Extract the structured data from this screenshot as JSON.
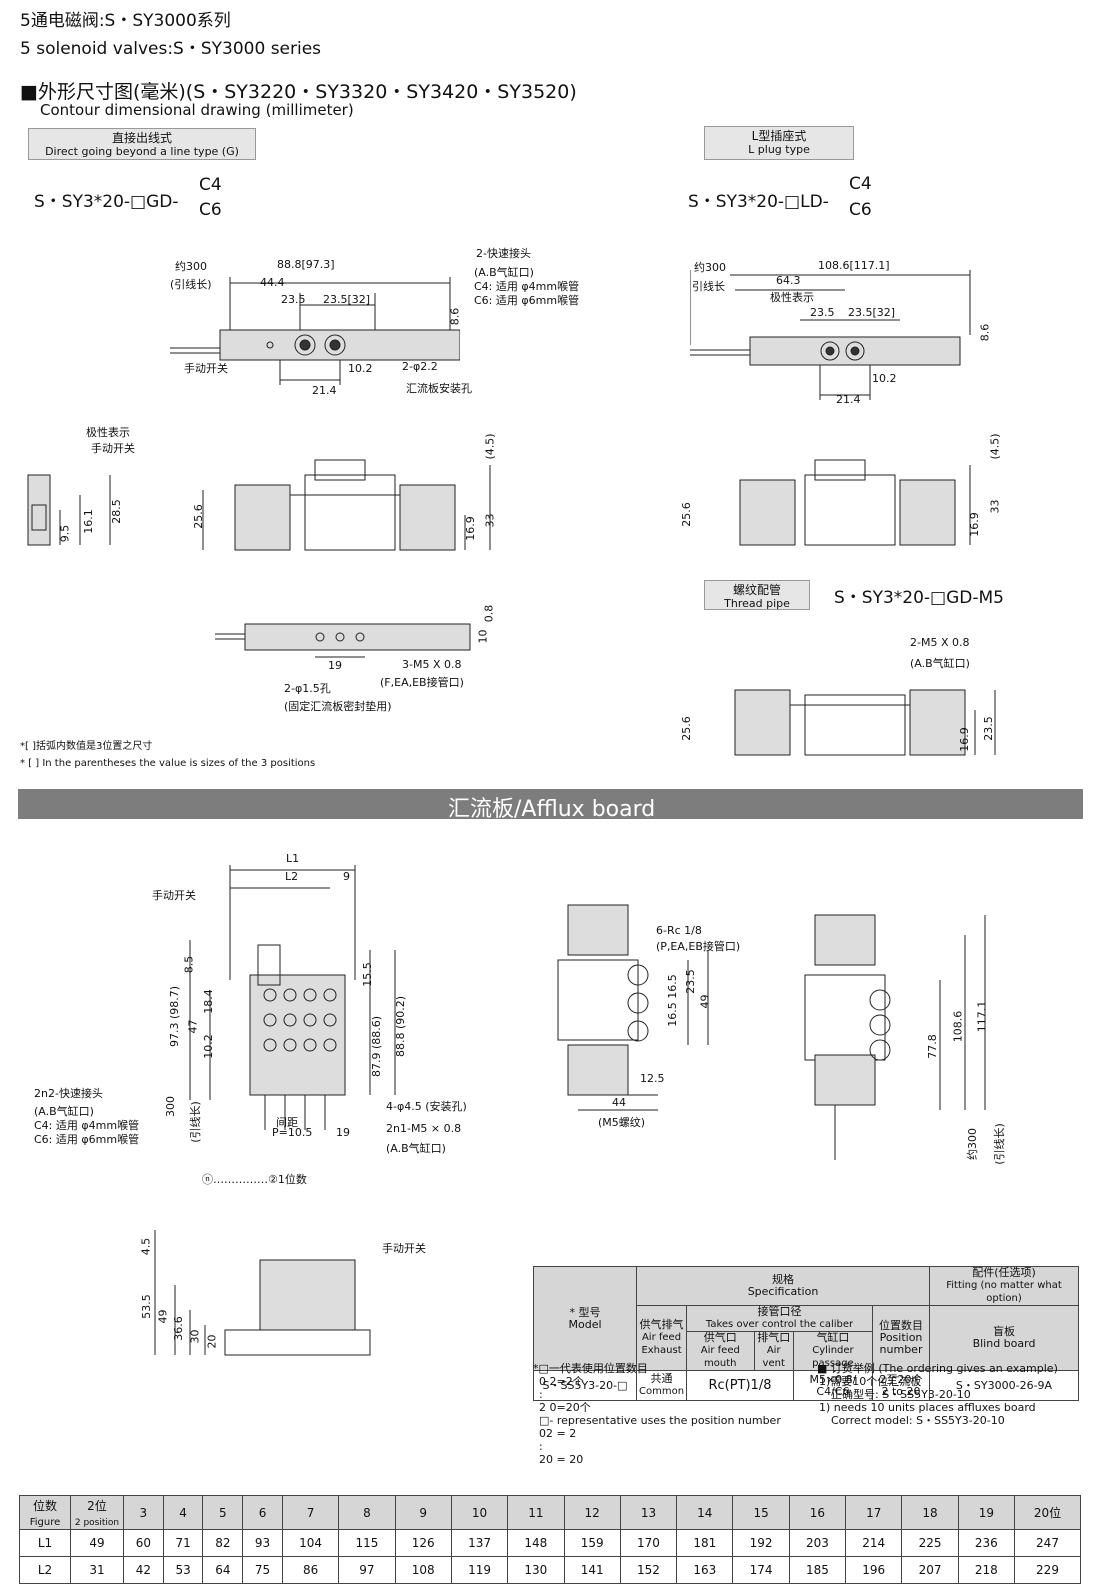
{
  "header": {
    "title_cn": "5通电磁阀:S・SY3000系列",
    "title_en": "5 solenoid valves:S・SY3000 series",
    "section_cn": "■外形尺寸图(毫米)(S・SY3220・SY3320・SY3420・SY3520)",
    "section_en": "Contour dimensional drawing (millimeter)"
  },
  "direct": {
    "label_cn": "直接出线式",
    "label_en": "Direct going beyond a line type (G)",
    "model_prefix": "S・SY3*20-□GD-",
    "model_c4": "C4",
    "model_c6": "C6",
    "dims": {
      "d1": "约300",
      "d2": "(引线长)",
      "d3": "88.8[97.3]",
      "d4": "44.4",
      "d5": "23.5",
      "d6": "23.5[32]",
      "d7": "8.6",
      "d8": "10.2",
      "d9": "21.4",
      "d10": "2-φ2.2",
      "d11": "手动开关",
      "d12": "汇流板安装孔"
    },
    "connector": {
      "c1": "2-快速接头",
      "c2": "(A.B气缸口)",
      "c3": "C4: 适用 φ4mm喉管",
      "c4": "C6: 适用 φ6mm喉管"
    },
    "side": {
      "s1": "极性表示",
      "s2": "手动开关",
      "s3": "9.5",
      "s4": "16.1",
      "s5": "28.5",
      "s6": "25.6",
      "s7": "16.9",
      "s8": "33",
      "s9": "(4.5)"
    },
    "bottom": {
      "b1": "0.8",
      "b2": "10",
      "b3": "19",
      "b4": "3-M5 X 0.8",
      "b5": "(F,EA,EB接管口)",
      "b6": "2-φ1.5孔",
      "b7": "(固定汇流板密封垫用)"
    },
    "note_cn": "*[ ]括弧内数值是3位置之尺寸",
    "note_en": "* [ ] In the parentheses the value is sizes of the 3 positions"
  },
  "lplug": {
    "label_cn": "L型插座式",
    "label_en": "L plug type",
    "model_prefix": "S・SY3*20-□LD-",
    "model_c4": "C4",
    "model_c6": "C6",
    "dims": {
      "d1": "约300",
      "d2": "引线长",
      "d3": "108.6[117.1]",
      "d4": "64.3",
      "d5": "极性表示",
      "d6": "23.5",
      "d7": "23.5[32]",
      "d8": "8.6",
      "d9": "10.2",
      "d10": "21.4"
    },
    "side": {
      "s1": "(4.5)",
      "s2": "25.6",
      "s3": "16.9",
      "s4": "33"
    }
  },
  "thread": {
    "label_cn": "螺纹配管",
    "label_en": "Thread pipe",
    "model": "S・SY3*20-□GD-M5",
    "d1": "2-M5 X 0.8",
    "d2": "(A.B气缸口)",
    "d3": "25.6",
    "d4": "16.9",
    "d5": "23.5"
  },
  "band": {
    "title": "汇流板/Afflux board"
  },
  "manifold": {
    "top": {
      "m1": "L1",
      "m2": "L2",
      "m3": "9",
      "m4": "手动开关",
      "m5": "8.5",
      "m6": "15.5",
      "m7": "18.4",
      "m8": "47",
      "m9": "97.3 (98.7)",
      "m10": "10.2",
      "m11": "87.9 (88.6)",
      "m12": "88.8 (90.2)",
      "m13": "300",
      "m14": "(引线长)",
      "m15": "间距",
      "m16": "P=10.5",
      "m17": "19",
      "m18": "4-φ4.5 (安装孔)",
      "m19": "2n1-M5 × 0.8",
      "m20": "(A.B气缸口)",
      "m21": "2n2-快速接头",
      "m22": "(A.B气缸口)",
      "m23": "C4: 适用 φ4mm喉管",
      "m24": "C6: 适用 φ6mm喉管",
      "m25": "ⓝ……………②1位数"
    },
    "middle": {
      "p1": "6-Rc 1/8",
      "p2": "(P,EA,EB接管口)",
      "p3": "16.5",
      "p4": "23.5",
      "p5": "49",
      "p6": "16.5",
      "p7": "12.5",
      "p8": "44",
      "p9": "(M5螺纹)"
    },
    "right": {
      "r1": "77.8",
      "r2": "108.6",
      "r3": "117.1",
      "r4": "约300",
      "r5": "(引线长)"
    },
    "lower": {
      "l1": "4.5",
      "l2": "53.5",
      "l3": "49",
      "l4": "36.6",
      "l5": "30",
      "l6": "20",
      "l7": "手动开关"
    }
  },
  "spec_table": {
    "model_hd": "* 型号",
    "model_hd_en": "Model",
    "spec_hd": "规格",
    "spec_hd_en": "Specification",
    "option_hd": "配件(任选项)",
    "option_hd_en": "Fitting (no matter what option)",
    "feed_hd": "供气排气",
    "feed_hd_en": "Air feed Exhaust",
    "caliber_hd": "接管口径",
    "caliber_hd_en": "Takes over control the caliber",
    "pos_hd": "位置数目",
    "pos_hd_en": "Position number",
    "blind_hd": "盲板",
    "blind_hd_en": "Blind board",
    "in_hd": "供气口",
    "in_hd_en": "Air feed mouth",
    "out_hd": "排气口",
    "out_hd_en": "Air vent",
    "cyl_hd": "气缸口",
    "cyl_hd_en": "Cylinder passage",
    "model": "S・SS5Y3-20-□",
    "feed": "共通",
    "feed_en": "Common",
    "port": "Rc(PT)1/8",
    "cyl": "M5×0.8/",
    "cyl2": "C4/C6",
    "pos": "2至20个",
    "pos_en": "2 to 20",
    "blind": "S・SY3000-26-9A"
  },
  "notes_left": [
    "*□一代表使用位置数目",
    "0 2=2个",
    ":",
    "2 0=20个",
    "□- representative uses the position number",
    "02 = 2",
    ":",
    "20 = 20"
  ],
  "notes_right": [
    "■ 订货举例 (The ordering gives an example)",
    "1)需要10个位汇流板",
    "正确型号: S・SS5Y3-20-10",
    "1) needs 10 units places affluxes board",
    "Correct model: S・SS5Y3-20-10"
  ],
  "figure_table": {
    "head_cn": "位数",
    "head_en": "Figure",
    "col2_cn": "2位",
    "col2_en": "2 position",
    "positions": [
      "3",
      "4",
      "5",
      "6",
      "7",
      "8",
      "9",
      "10",
      "11",
      "12",
      "13",
      "14",
      "15",
      "16",
      "17",
      "18",
      "19",
      "20位"
    ],
    "l1_label": "L1",
    "l2_label": "L2",
    "l1": [
      "49",
      "60",
      "71",
      "82",
      "93",
      "104",
      "115",
      "126",
      "137",
      "148",
      "159",
      "170",
      "181",
      "192",
      "203",
      "214",
      "225",
      "236",
      "247"
    ],
    "l2": [
      "31",
      "42",
      "53",
      "64",
      "75",
      "86",
      "97",
      "108",
      "119",
      "130",
      "141",
      "152",
      "163",
      "174",
      "185",
      "196",
      "207",
      "218",
      "229"
    ]
  }
}
